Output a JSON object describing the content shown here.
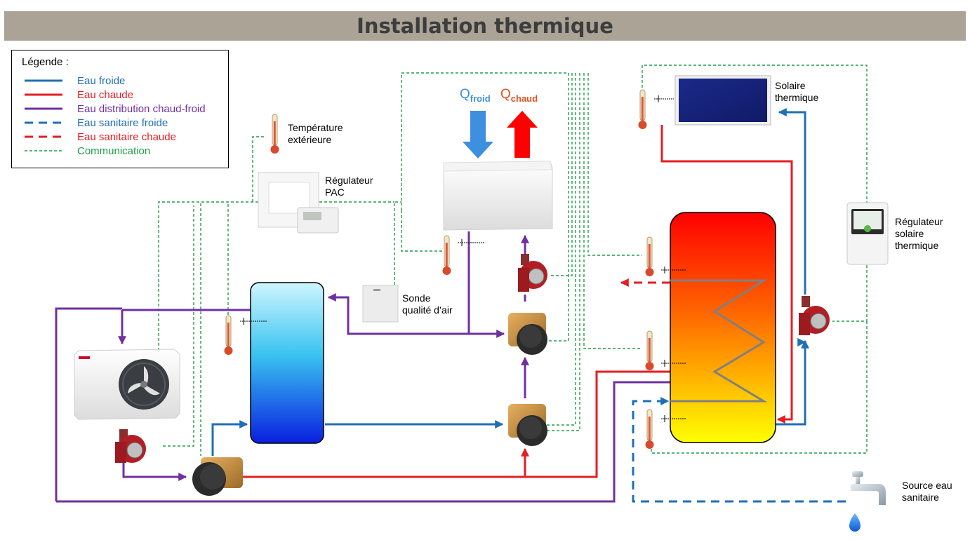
{
  "title": "Installation thermique",
  "legend": {
    "title": "Légende :",
    "items": [
      {
        "label": "Eau froide",
        "color": "#1f6fb5",
        "style": "solid"
      },
      {
        "label": "Eau chaude",
        "color": "#e31e24",
        "style": "solid"
      },
      {
        "label": "Eau distribution chaud-froid",
        "color": "#7030a0",
        "style": "solid"
      },
      {
        "label": "Eau sanitaire froide",
        "color": "#1f6fb5",
        "style": "dashed"
      },
      {
        "label": "Eau sanitaire chaude",
        "color": "#e31e24",
        "style": "dashed"
      },
      {
        "label": "Communication",
        "color": "#1e9e46",
        "style": "dotted"
      }
    ]
  },
  "labels": {
    "outdoor_temp_1": "Température",
    "outdoor_temp_2": "extérieure",
    "pac_regulator_1": "Régulateur",
    "pac_regulator_2": "PAC",
    "air_probe_1": "Sonde",
    "air_probe_2": "qualité d’air",
    "solar_1": "Solaire",
    "solar_2": "thermique",
    "solar_reg_1": "Régulateur",
    "solar_reg_2": "solaire",
    "solar_reg_3": "thermique",
    "source_1": "Source eau",
    "source_2": "sanitaire",
    "q_cold": "Q",
    "q_cold_sub": "froid",
    "q_hot": "Q",
    "q_hot_sub": "chaud"
  },
  "colors": {
    "cold": "#1f6fb5",
    "hot": "#e31e24",
    "mix": "#7030a0",
    "comm": "#1e9e46",
    "q_cold": "#3d8fe0",
    "q_hot": "#e3501e"
  }
}
